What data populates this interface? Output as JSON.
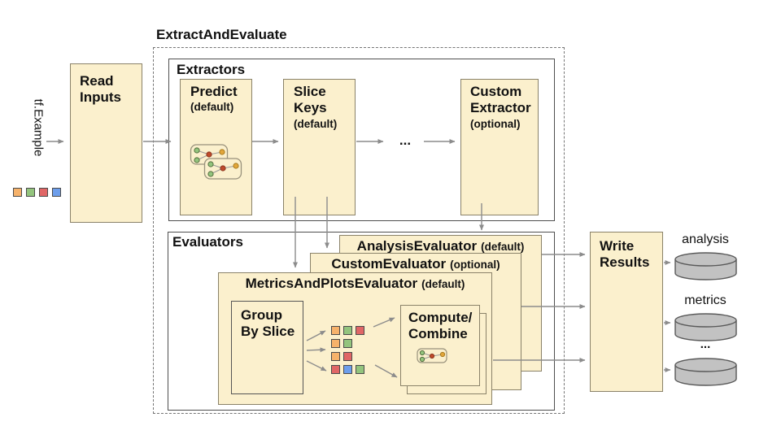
{
  "diagram_title": "ExtractAndEvaluate",
  "input": {
    "label": "tf.Example"
  },
  "legend_colors": [
    "orange",
    "green",
    "red",
    "blue"
  ],
  "palette": {
    "orange": "#f6b26b",
    "green": "#93c47d",
    "red": "#e06666",
    "blue": "#6d9eeb"
  },
  "read_inputs": {
    "label": "Read\nInputs"
  },
  "extractors": {
    "title": "Extractors",
    "predict_label": "Predict",
    "predict_sublabel": "(default)",
    "slice_keys_label": "Slice\nKeys",
    "slice_keys_sublabel": "(default)",
    "ellipsis": "...",
    "custom_label": "Custom\nExtractor",
    "custom_sublabel": "(optional)"
  },
  "evaluators": {
    "title": "Evaluators",
    "analysis_label": "AnalysisEvaluator",
    "analysis_sublabel": "(default)",
    "custom_label": "CustomEvaluator",
    "custom_sublabel": "(optional)",
    "metrics_label": "MetricsAndPlotsEvaluator",
    "metrics_sublabel": "(default)",
    "group_by_slice_label": "Group\nBy Slice",
    "compute_combine_label": "Compute/\nCombine",
    "slice_grid": [
      [
        "orange",
        "green",
        "red"
      ],
      [
        "orange",
        "green"
      ],
      [
        "orange",
        "red"
      ],
      [
        "red",
        "blue",
        "green"
      ]
    ]
  },
  "write_results": {
    "label": "Write\nResults"
  },
  "outputs": {
    "analysis_label": "analysis",
    "metrics_label": "metrics",
    "more_label": "..."
  }
}
